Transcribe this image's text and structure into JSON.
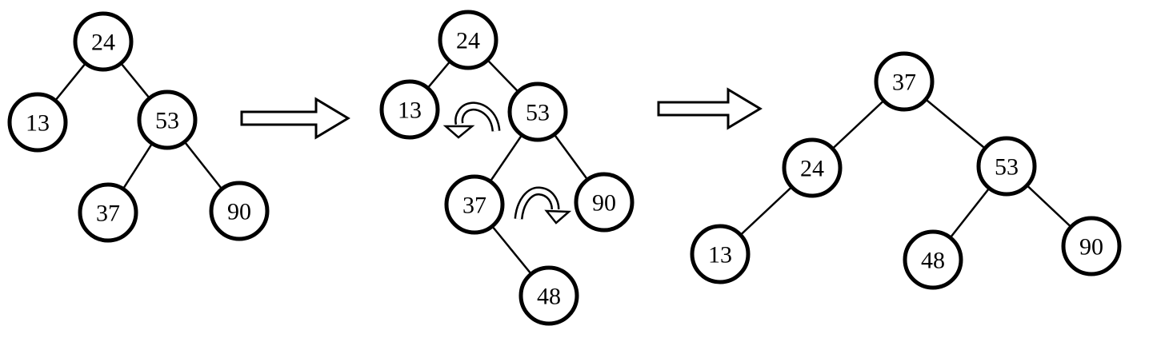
{
  "diagram": {
    "title": "AVL tree double rotation (RL) after inserting 48",
    "trees": [
      {
        "name": "tree-before",
        "nodes": [
          {
            "id": "a24",
            "label": "24"
          },
          {
            "id": "a13",
            "label": "13"
          },
          {
            "id": "a53",
            "label": "53"
          },
          {
            "id": "a37",
            "label": "37"
          },
          {
            "id": "a90",
            "label": "90"
          }
        ],
        "edges": [
          [
            "a24",
            "a13"
          ],
          [
            "a24",
            "a53"
          ],
          [
            "a53",
            "a37"
          ],
          [
            "a53",
            "a90"
          ]
        ]
      },
      {
        "name": "tree-rotating",
        "nodes": [
          {
            "id": "b24",
            "label": "24"
          },
          {
            "id": "b13",
            "label": "13"
          },
          {
            "id": "b53",
            "label": "53"
          },
          {
            "id": "b37",
            "label": "37"
          },
          {
            "id": "b90",
            "label": "90"
          },
          {
            "id": "b48",
            "label": "48"
          }
        ],
        "edges": [
          [
            "b24",
            "b13"
          ],
          [
            "b24",
            "b53"
          ],
          [
            "b53",
            "b37"
          ],
          [
            "b53",
            "b90"
          ],
          [
            "b37",
            "b48"
          ]
        ]
      },
      {
        "name": "tree-after",
        "nodes": [
          {
            "id": "c37",
            "label": "37"
          },
          {
            "id": "c24",
            "label": "24"
          },
          {
            "id": "c53",
            "label": "53"
          },
          {
            "id": "c13",
            "label": "13"
          },
          {
            "id": "c48",
            "label": "48"
          },
          {
            "id": "c90",
            "label": "90"
          }
        ],
        "edges": [
          [
            "c37",
            "c24"
          ],
          [
            "c37",
            "c53"
          ],
          [
            "c24",
            "c13"
          ],
          [
            "c53",
            "c48"
          ],
          [
            "c53",
            "c90"
          ]
        ]
      }
    ],
    "icons": [
      "transition-arrow-icon",
      "rotate-left-arrow-icon",
      "rotate-right-arrow-icon"
    ]
  }
}
